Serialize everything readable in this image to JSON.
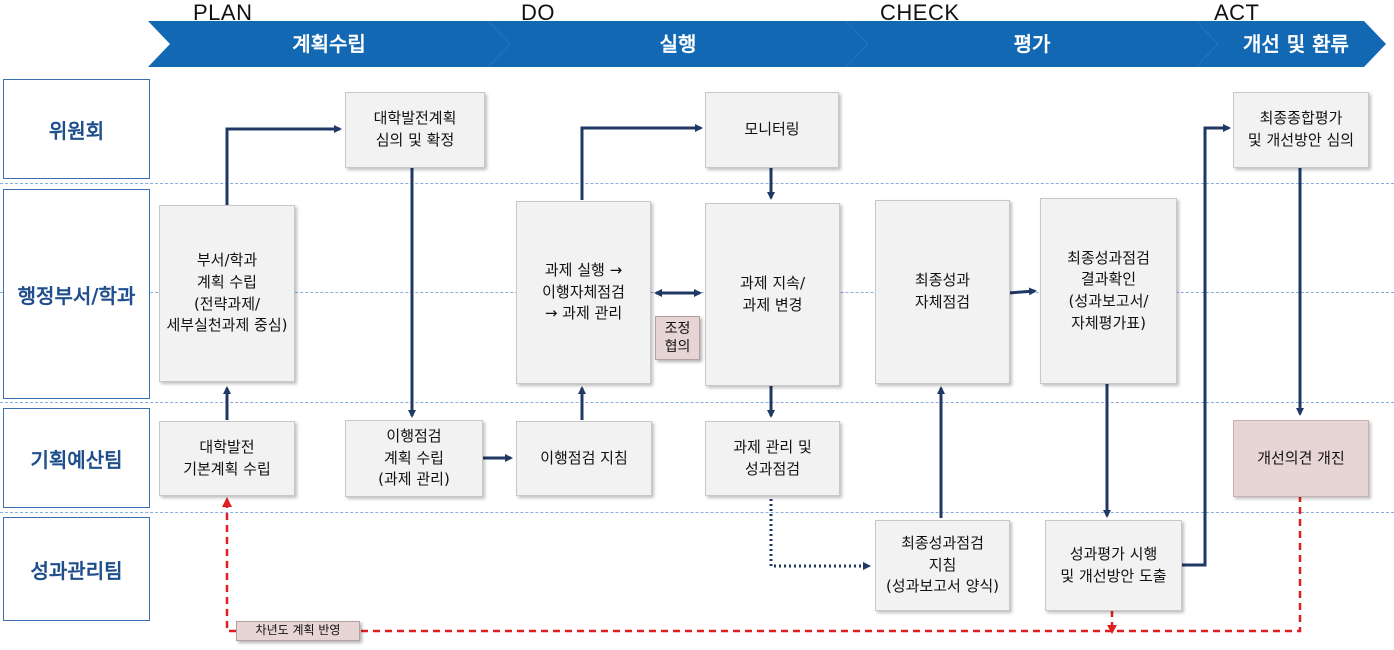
{
  "phases": [
    {
      "key": "PLAN",
      "title": "계획수립"
    },
    {
      "key": "DO",
      "title": "실행"
    },
    {
      "key": "CHECK",
      "title": "평가"
    },
    {
      "key": "ACT",
      "title": "개선 및 환류"
    }
  ],
  "rows": {
    "committee": "위원회",
    "admin": "행정부서/학과",
    "planning": "기획예산팀",
    "performance": "성과관리팀"
  },
  "boxes": {
    "univ_plan_review": "대학발전계획\n심의 및 확정",
    "monitoring": "모니터링",
    "final_review": "최종종합평가\n및 개선방안 심의",
    "dept_plan": "부서/학과\n계획 수립\n(전략과제/\n세부실천과제 중심)",
    "task_exec": "과제 실행 →\n이행자체점검\n→ 과제 관리",
    "task_change": "과제 지속/\n과제 변경",
    "final_self_check": "최종성과\n자체점검",
    "final_result_confirm": "최종성과점검\n결과확인\n(성과보고서/\n자체평가표)",
    "univ_basic_plan": "대학발전\n기본계획 수립",
    "impl_check_plan": "이행점검\n계획 수립\n(과제 관리)",
    "impl_check_guide": "이행점검 지침",
    "task_mgmt_check": "과제 관리 및\n성과점검",
    "improvement": "개선의견 개진",
    "final_check_guide": "최종성과점검\n지침\n(성과보고서 양식)",
    "eval_exec": "성과평가 시행\n및 개선방안 도출"
  },
  "notes": {
    "coordination": "조정\n협의",
    "next_year": "차년도 계획 반영"
  },
  "colors": {
    "chevron": "#1268b3",
    "arrow": "#1f3864",
    "feedback": "#e02020",
    "row_text": "#1f4e8c",
    "pink_box": "#e7d4d5"
  }
}
